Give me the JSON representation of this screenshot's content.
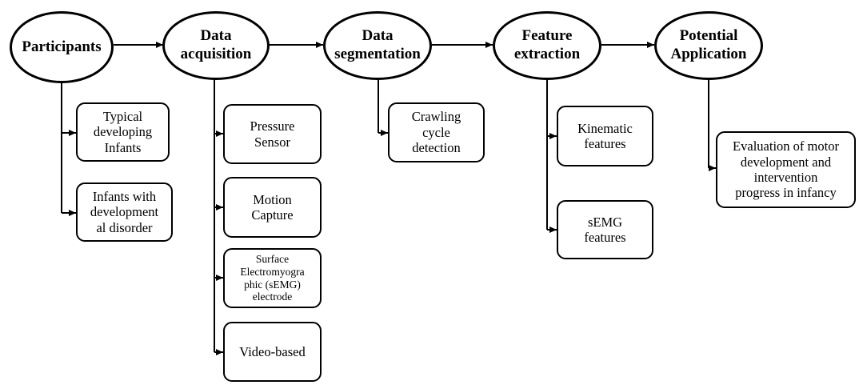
{
  "stages": [
    {
      "id": "participants",
      "label": "Participants"
    },
    {
      "id": "acquisition",
      "label": "Data\nacquisition"
    },
    {
      "id": "segmentation",
      "label": "Data\nsegmentation"
    },
    {
      "id": "features",
      "label": "Feature\nextraction"
    },
    {
      "id": "application",
      "label": "Potential\nApplication"
    }
  ],
  "participants": [
    {
      "label": "Typical\ndeveloping\nInfants"
    },
    {
      "label": "Infants with\ndevelopment\nal disorder"
    }
  ],
  "acquisition": [
    {
      "label": "Pressure\nSensor"
    },
    {
      "label": "Motion\nCapture"
    },
    {
      "label": "Surface\nElectromyogra\nphic (sEMG)\nelectrode"
    },
    {
      "label": "Video-based"
    }
  ],
  "segmentation": [
    {
      "label": "Crawling\ncycle\ndetection"
    }
  ],
  "features": [
    {
      "label": "Kinematic\nfeatures"
    },
    {
      "label": "sEMG\nfeatures"
    }
  ],
  "application": [
    {
      "label": "Evaluation of motor\ndevelopment and\nintervention\nprogress in infancy"
    }
  ]
}
